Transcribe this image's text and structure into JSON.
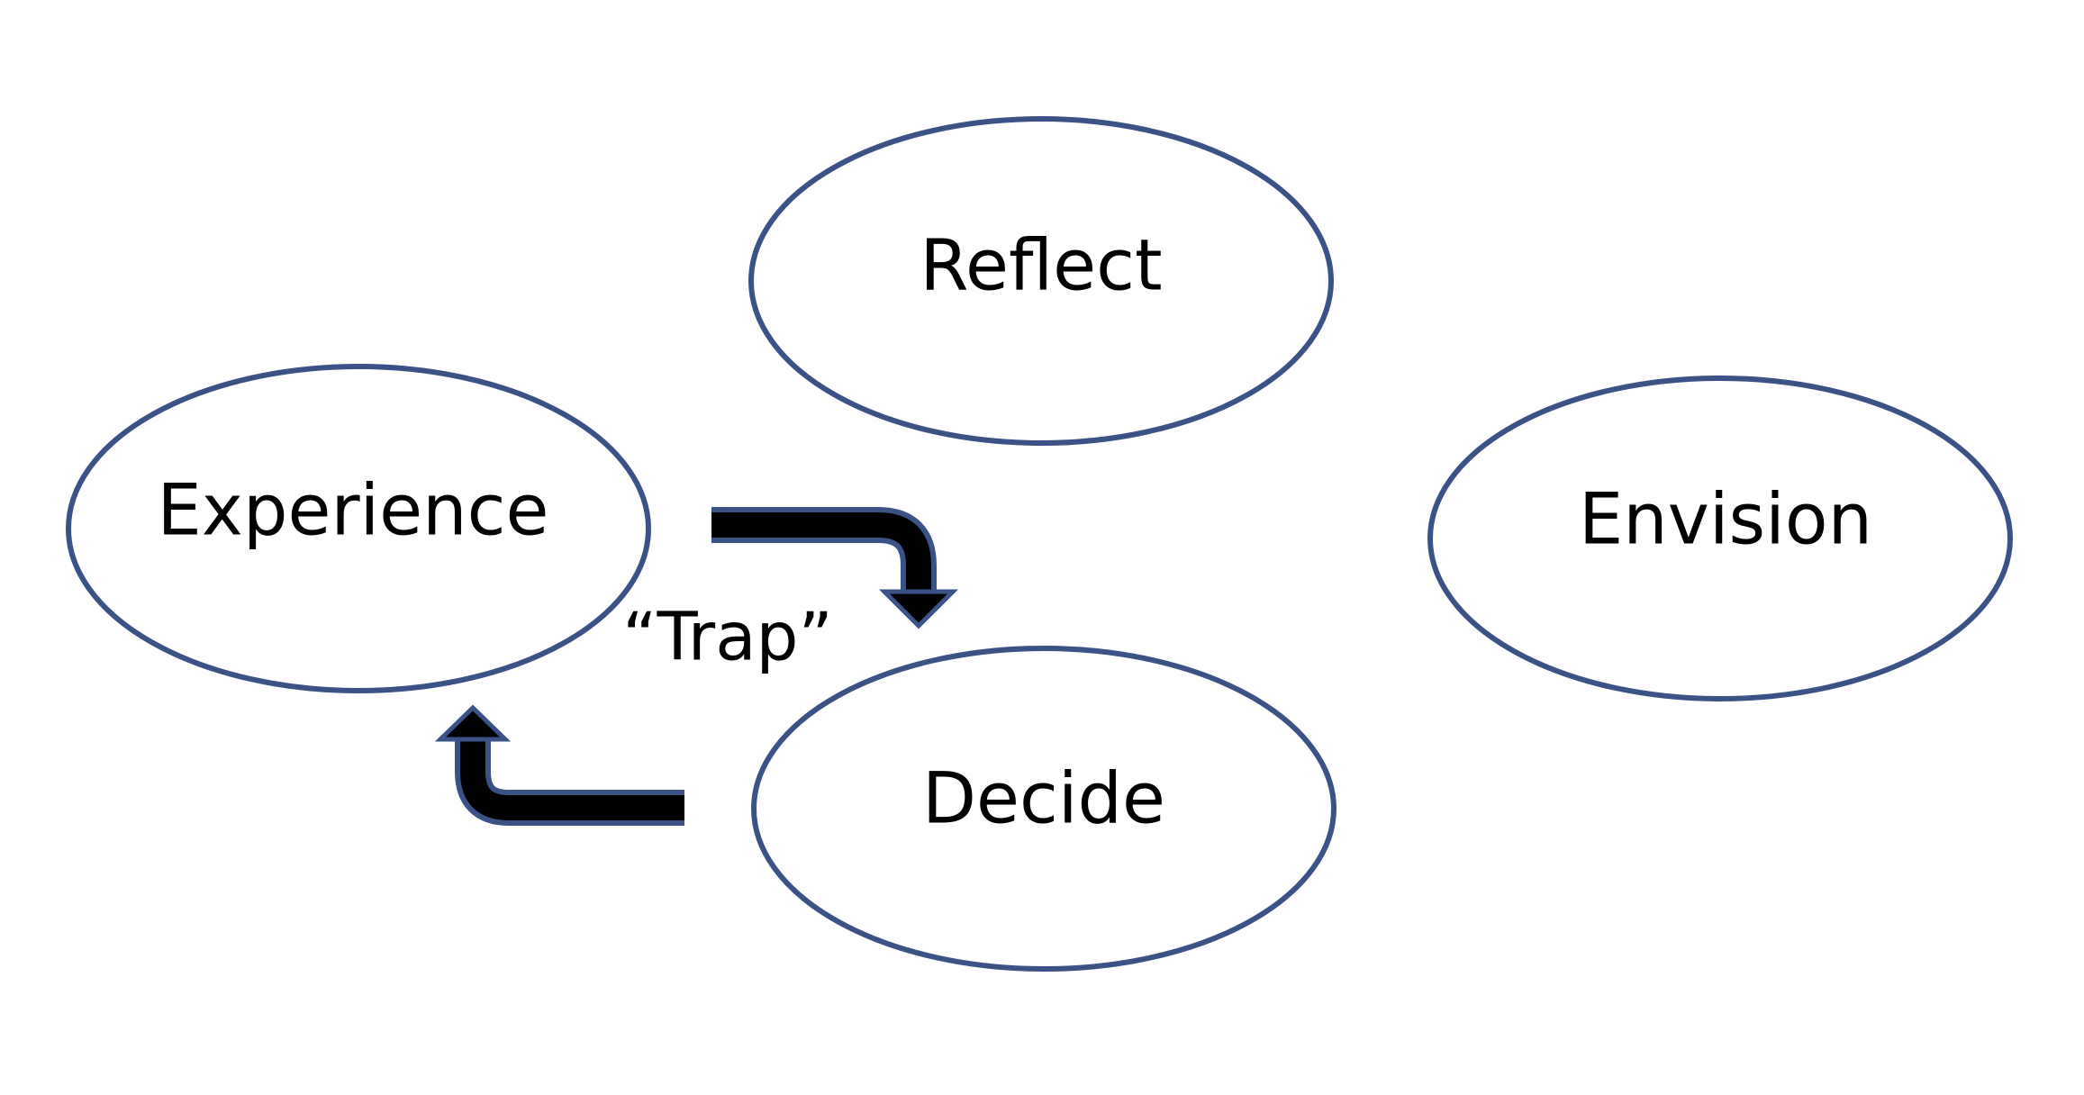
{
  "nodes": {
    "reflect": "Reflect",
    "experience": "Experience",
    "envision": "Envision",
    "decide": "Decide"
  },
  "trap_label": "“Trap”",
  "colors": {
    "ellipse_stroke": "#3b5287",
    "arrow_fill": "#000000",
    "arrow_outline": "#3b5287",
    "text": "#000000"
  }
}
